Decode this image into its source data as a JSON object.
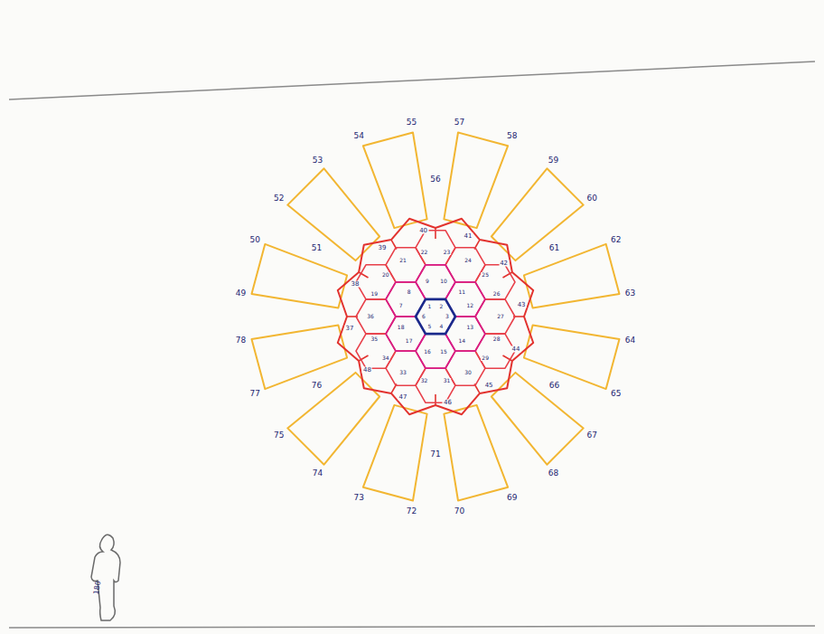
{
  "diagram": {
    "labels": [
      "1",
      "2",
      "3",
      "4",
      "5",
      "6",
      "7",
      "8",
      "9",
      "10",
      "11",
      "12",
      "13",
      "14",
      "15",
      "16",
      "17",
      "18",
      "19",
      "20",
      "21",
      "22",
      "23",
      "24",
      "25",
      "26",
      "27",
      "28",
      "29",
      "30",
      "31",
      "32",
      "33",
      "34",
      "35",
      "36",
      "37",
      "38",
      "39",
      "40",
      "41",
      "42",
      "43",
      "44",
      "45",
      "46",
      "47",
      "48",
      "49",
      "50",
      "51",
      "52",
      "53",
      "54",
      "55",
      "56",
      "57",
      "58",
      "59",
      "60",
      "61",
      "62",
      "63",
      "64",
      "65",
      "66",
      "67",
      "68",
      "69",
      "70",
      "71",
      "72",
      "73",
      "74",
      "75",
      "76",
      "77",
      "78",
      "180"
    ]
  }
}
